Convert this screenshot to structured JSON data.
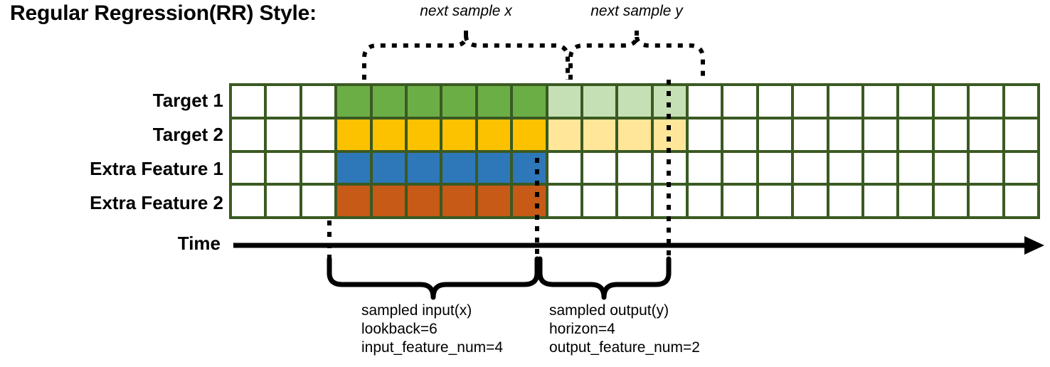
{
  "title": "Regular Regression(RR) Style:",
  "row_labels": [
    {
      "name": "target-1",
      "label": "Target 1"
    },
    {
      "name": "target-2",
      "label": "Target 2"
    },
    {
      "name": "extra-feature-1",
      "label": "Extra Feature 1"
    },
    {
      "name": "extra-feature-2",
      "label": "Extra Feature 2"
    }
  ],
  "time_axis": {
    "label": "Time"
  },
  "top_braces": [
    {
      "name": "next-sample-x",
      "label": "next sample x"
    },
    {
      "name": "next-sample-y",
      "label": "next sample y"
    }
  ],
  "bottom_braces": [
    {
      "name": "sampled-input",
      "lines": [
        "sampled input(x)",
        "lookback=6",
        "input_feature_num=4"
      ]
    },
    {
      "name": "sampled-output",
      "lines": [
        "sampled output(y)",
        "horizon=4",
        "output_feature_num=2"
      ]
    }
  ],
  "colors": {
    "grid_border": "#3A5A22",
    "green": "#6CAE46",
    "green_light": "#C5E0B4",
    "gold": "#FCC200",
    "gold_light": "#FFE699",
    "blue": "#2E77B8",
    "orange": "#C75A16",
    "empty": "#FFFFFF",
    "ink": "#000000"
  },
  "chart_data": {
    "type": "table",
    "title": "Regular Regression(RR) Style:",
    "columns": 23,
    "rows": 4,
    "row_names": [
      "Target 1",
      "Target 2",
      "Extra Feature 1",
      "Extra Feature 2"
    ],
    "lookback": 6,
    "horizon": 4,
    "input_feature_num": 4,
    "output_feature_num": 2,
    "input_start_col": 3,
    "input_end_col": 8,
    "output_start_col": 9,
    "output_end_col": 12,
    "cell_fills": [
      [
        "empty",
        "empty",
        "empty",
        "green",
        "green",
        "green",
        "green",
        "green",
        "green",
        "green_light",
        "green_light",
        "green_light",
        "green_light",
        "empty",
        "empty",
        "empty",
        "empty",
        "empty",
        "empty",
        "empty",
        "empty",
        "empty",
        "empty"
      ],
      [
        "empty",
        "empty",
        "empty",
        "gold",
        "gold",
        "gold",
        "gold",
        "gold",
        "gold",
        "gold_light",
        "gold_light",
        "gold_light",
        "gold_light",
        "empty",
        "empty",
        "empty",
        "empty",
        "empty",
        "empty",
        "empty",
        "empty",
        "empty",
        "empty"
      ],
      [
        "empty",
        "empty",
        "empty",
        "blue",
        "blue",
        "blue",
        "blue",
        "blue",
        "blue",
        "empty",
        "empty",
        "empty",
        "empty",
        "empty",
        "empty",
        "empty",
        "empty",
        "empty",
        "empty",
        "empty",
        "empty",
        "empty",
        "empty"
      ],
      [
        "empty",
        "empty",
        "empty",
        "orange",
        "orange",
        "orange",
        "orange",
        "orange",
        "orange",
        "empty",
        "empty",
        "empty",
        "empty",
        "empty",
        "empty",
        "empty",
        "empty",
        "empty",
        "empty",
        "empty",
        "empty",
        "empty",
        "empty"
      ]
    ]
  }
}
